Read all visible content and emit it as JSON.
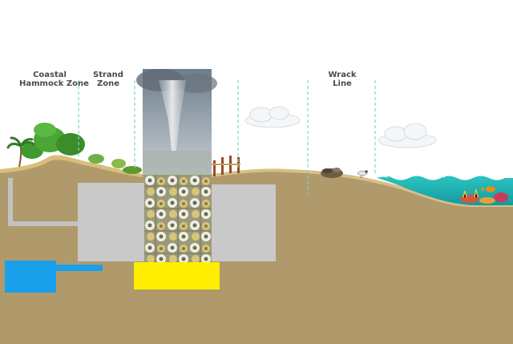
{
  "zones": {
    "coastal_hammock": {
      "line1": "Coastal",
      "line2": "Hammock Zone"
    },
    "strand": {
      "line1": "Strand",
      "line2": "Zone"
    },
    "wrack": {
      "line1": "Wrack",
      "line2": "Line"
    }
  },
  "colors": {
    "sand": "#b09a6c",
    "dune_crest": "#d9bd7a",
    "concrete": "#c9c9c9",
    "pipe": "#c2c2c2",
    "blue_tank": "#1aa0ea",
    "yellow_block": "#ffee00",
    "water": "#1fb3b3",
    "divider": "#7ed6c4",
    "foliage": "#3f9b2e",
    "storm_sky": "#8a97a4"
  },
  "icons": [
    "palm-tree-icon",
    "tornado-icon",
    "cloud-icon",
    "shell-pile-icon",
    "shorebird-icon",
    "wave-icon",
    "coral-reef-icon",
    "fish-icon",
    "wooden-fence-icon"
  ]
}
